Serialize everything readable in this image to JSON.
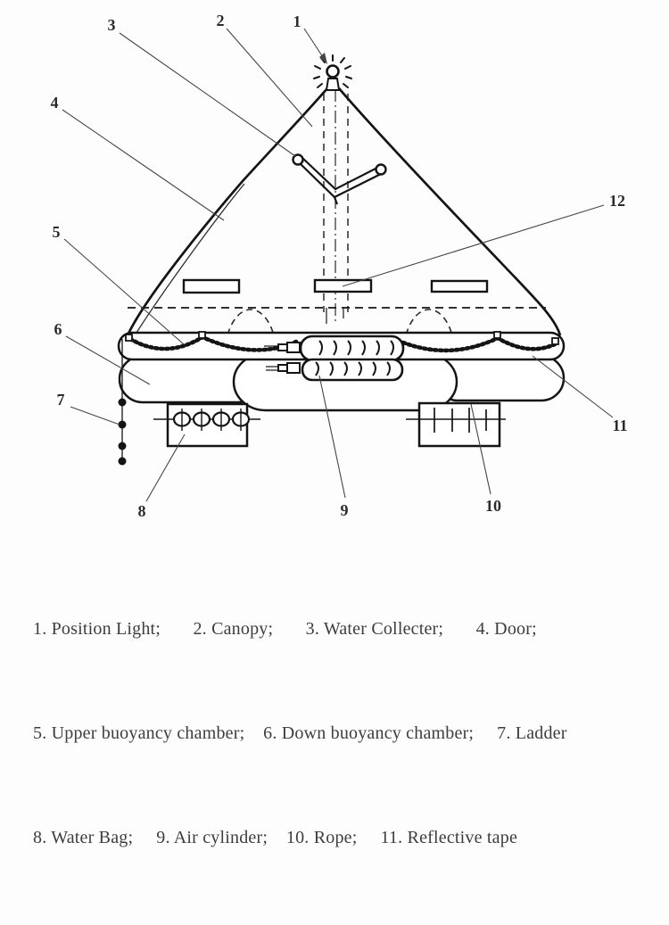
{
  "figure_title": "Inflatable liferaft structure diagram",
  "colors": {
    "background": "#fdfdfd",
    "line": "#141414",
    "callout_line": "#454545",
    "text": "#3d3d3d"
  },
  "callouts": {
    "c1": "1",
    "c2": "2",
    "c3": "3",
    "c4": "4",
    "c5": "5",
    "c6": "6",
    "c7": "7",
    "c8": "8",
    "c9": "9",
    "c10": "10",
    "c11": "11",
    "c12": "12"
  },
  "parts": {
    "p1": "Position Light",
    "p2": "Canopy",
    "p3": "Water Collecter",
    "p4": "Door",
    "p5": "Upper buoyancy chamber",
    "p6": "Down buoyancy chamber",
    "p7": "Ladder",
    "p8": "Water Bag",
    "p9": "Air cylinder",
    "p10": "Rope",
    "p11": "Reflective tape"
  },
  "legend": {
    "line1": "1. Position Light;       2. Canopy;       3. Water Collecter;       4. Door;",
    "line2": "5. Upper buoyancy chamber;    6. Down buoyancy chamber;     7. Ladder",
    "line3": "8. Water Bag;     9. Air cylinder;    10. Rope;     11. Reflective tape"
  }
}
